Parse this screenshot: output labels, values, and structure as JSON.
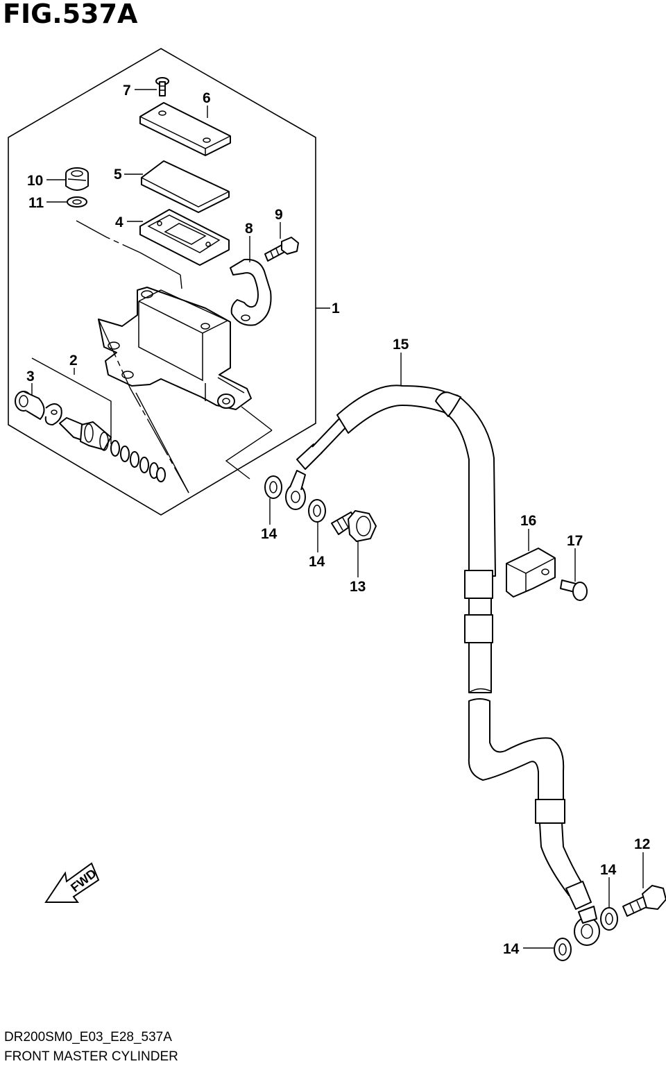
{
  "figure": {
    "title": "FIG.537A",
    "code": "DR200SM0_E03_E28_537A",
    "name": "FRONT MASTER CYLINDER",
    "fwd_label": "FWD"
  },
  "callouts": {
    "c1": "1",
    "c2": "2",
    "c3": "3",
    "c4": "4",
    "c5": "5",
    "c6": "6",
    "c7": "7",
    "c8": "8",
    "c9": "9",
    "c10": "10",
    "c11": "11",
    "c12": "12",
    "c13": "13",
    "c14a": "14",
    "c14b": "14",
    "c14c": "14",
    "c14d": "14",
    "c15": "15",
    "c16": "16",
    "c17": "17"
  }
}
